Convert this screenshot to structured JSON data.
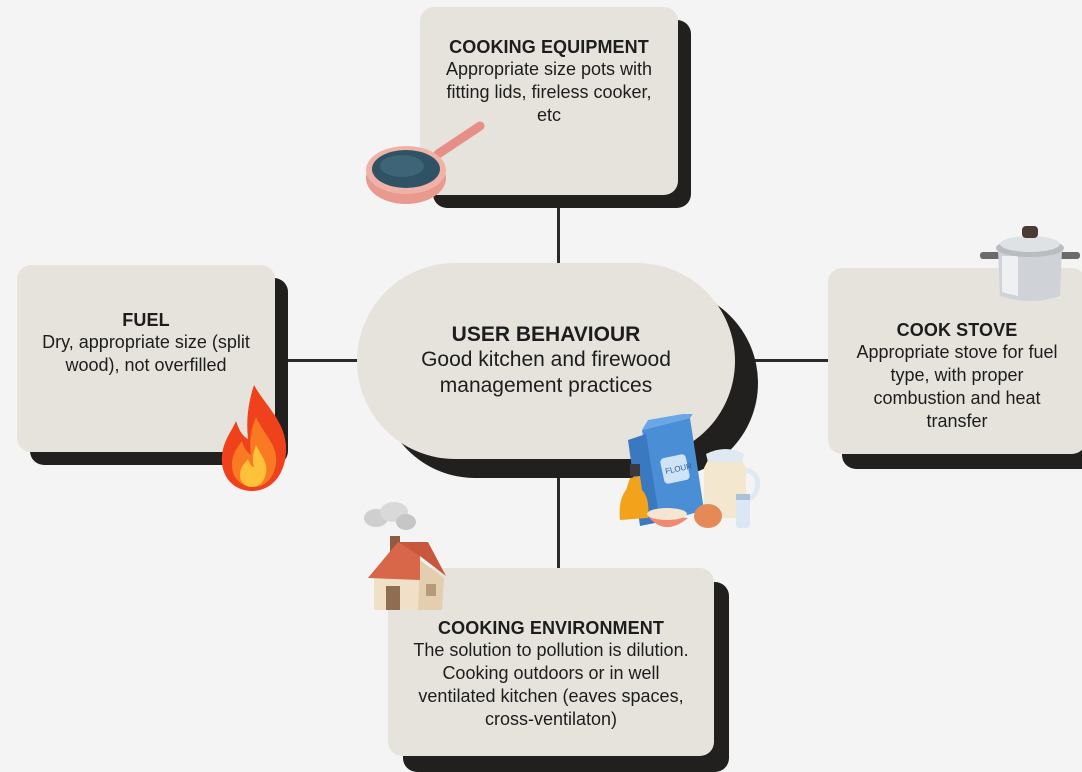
{
  "center": {
    "title": "USER BEHAVIOUR",
    "desc": "Good kitchen and firewood management practices"
  },
  "equipment": {
    "title": "COOKING EQUIPMENT",
    "desc": "Appropriate size pots with fitting lids, fireless cooker, etc"
  },
  "fuel": {
    "title": "FUEL",
    "desc": "Dry, appropriate size (split wood), not overfilled"
  },
  "stove": {
    "title": "COOK STOVE",
    "desc": "Appropriate stove for fuel type, with proper combustion and heat transfer"
  },
  "environment": {
    "title": "COOKING ENVIRONMENT",
    "desc": "The solution to pollution is dilution. Cooking outdoors or in well ventilated kitchen (eaves spaces, cross-ventilaton)"
  },
  "illustrations": {
    "flour_label": "FLOUR",
    "icons": [
      "frying-pan-icon",
      "cooking-pot-icon",
      "fire-icon",
      "house-icon",
      "ingredients-icon"
    ]
  },
  "colors": {
    "card": "#e6e3dc",
    "shadow": "#221f1f",
    "background": "#f4f4f4",
    "connector": "#2a2a2a"
  }
}
